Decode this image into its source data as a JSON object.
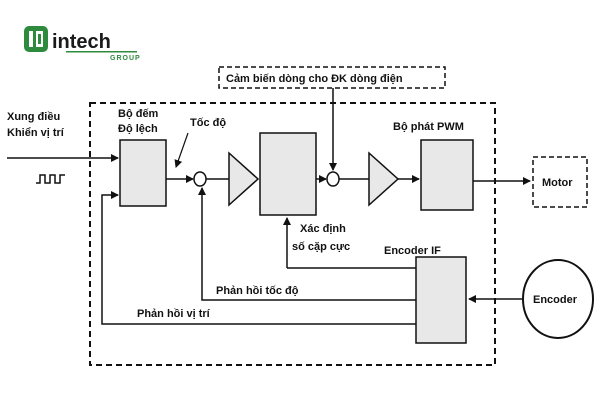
{
  "logo": {
    "name": "intech",
    "sub": "GROUP",
    "colors": {
      "green": "#2e8b3e",
      "dark": "#1a1a1a"
    }
  },
  "labels": {
    "input_line1": "Xung điều",
    "input_line2": "Khiển vị trí",
    "counter_line1": "Bộ đếm",
    "counter_line2": "Độ lệch",
    "speed": "Tốc độ",
    "current_sensor": "Cảm biến dòng cho ĐK dòng điện",
    "pwm": "Bộ phát PWM",
    "motor": "Motor",
    "pole_line1": "Xác định",
    "pole_line2": "số cặp cực",
    "encoder_if": "Encoder IF",
    "speed_feedback": "Phản hồi tốc độ",
    "position_feedback": "Phản hồi vị trí",
    "encoder": "Encoder"
  },
  "colors": {
    "line": "#111111",
    "box_fill": "#e8e8e8",
    "background": "#ffffff"
  }
}
